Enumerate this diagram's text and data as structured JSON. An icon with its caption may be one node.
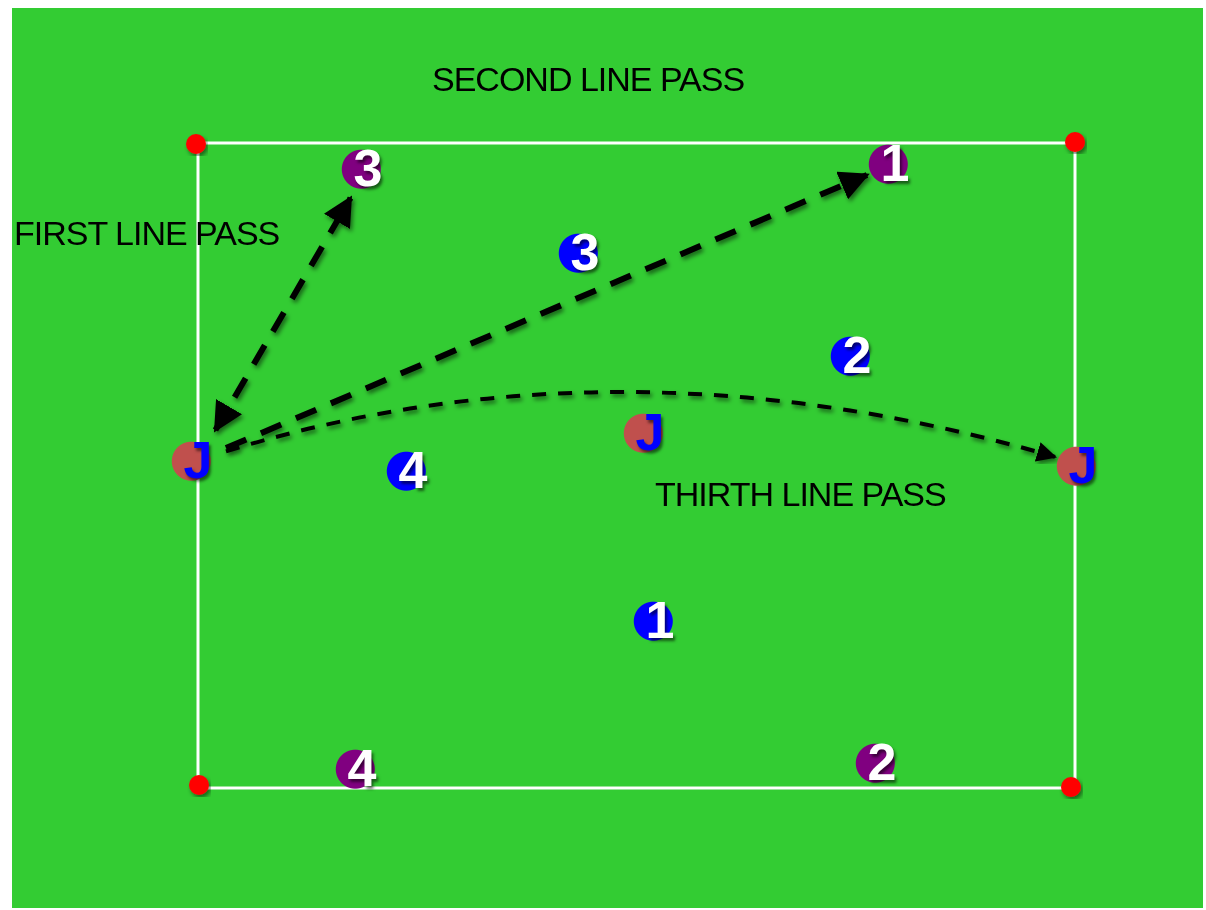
{
  "diagram": {
    "nodes": [
      {
        "text": [
          "3"
        ]
      },
      {
        "text": [
          "1"
        ]
      },
      {
        "text": [
          "3"
        ]
      },
      {
        "text": [
          "2"
        ]
      },
      {
        "text": [
          "J"
        ]
      },
      {
        "text": [
          "4"
        ]
      },
      {
        "text": [
          "J"
        ]
      },
      {
        "text": [
          "J"
        ]
      },
      {
        "text": [
          "1"
        ]
      },
      {
        "text": [
          "4"
        ]
      },
      {
        "text": [
          "2"
        ]
      }
    ],
    "edges": [
      {
        "from": 4,
        "to": 0,
        "arrow": "both",
        "style": "dashed"
      },
      {
        "from": 4,
        "to": 1,
        "arrow": "to",
        "style": "dashed"
      },
      {
        "from": 4,
        "to": 7,
        "arrow": "to",
        "style": "dashed"
      }
    ],
    "labels": [
      "SECOND LINE PASS",
      "FIRST LINE PASS",
      "THIRTH LINE PASS"
    ]
  }
}
